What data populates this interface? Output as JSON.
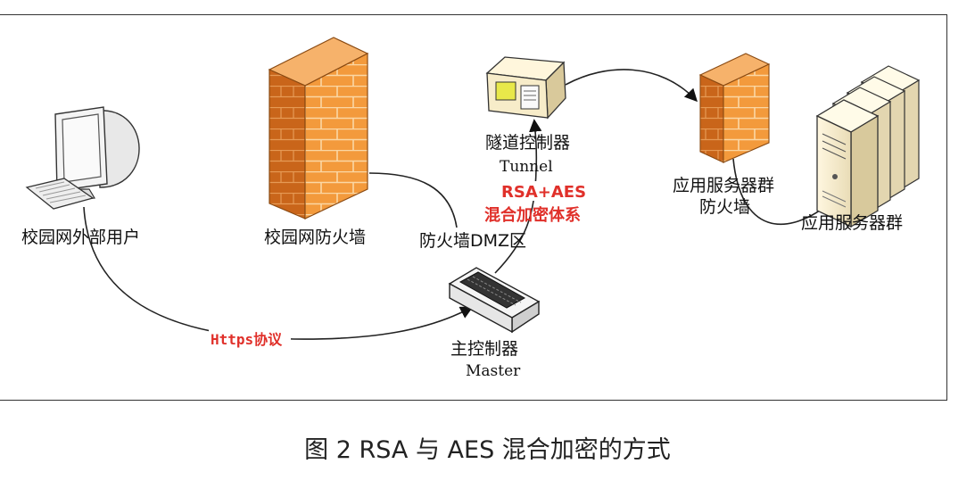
{
  "nodes": {
    "campus_user": {
      "label": "校园网外部用户"
    },
    "campus_firewall": {
      "label": "校园网防火墙"
    },
    "dmz": {
      "label": "防火墙DMZ区"
    },
    "tunnel_controller": {
      "label": "隧道控制器",
      "sublabel": "Tunnel"
    },
    "main_controller": {
      "label": "主控制器",
      "sublabel": "Master"
    },
    "app_firewall": {
      "label_line1": "应用服务器群",
      "label_line2": "防火墙"
    },
    "app_servers": {
      "label": "应用服务器群"
    }
  },
  "edge_labels": {
    "https": "Https协议",
    "crypto_line1": "RSA+AES",
    "crypto_line2": "混合加密体系"
  },
  "caption": "图 2  RSA 与 AES 混合加密的方式",
  "colors": {
    "accent_red": "#e0302a",
    "firewall_orange": "#f08a2c"
  }
}
